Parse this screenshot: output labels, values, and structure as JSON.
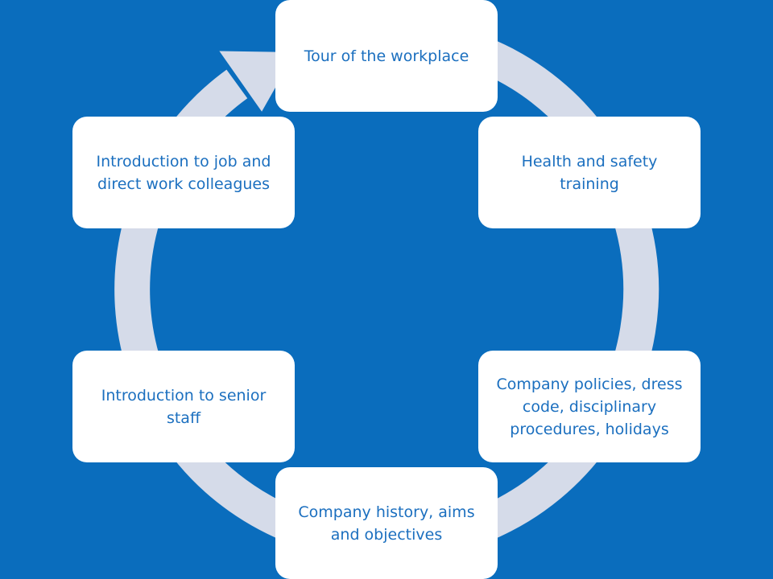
{
  "colors": {
    "background": "#0a6dbd",
    "node_fill": "#ffffff",
    "node_text": "#1b6fbf",
    "cycle_arrow": "#d5dbe9"
  },
  "cycle": {
    "steps": [
      {
        "label": "Tour of the workplace"
      },
      {
        "label": "Health and safety training"
      },
      {
        "label": "Company policies, dress code, disciplinary procedures, holidays"
      },
      {
        "label": "Company history, aims and objectives"
      },
      {
        "label": "Introduction to senior staff"
      },
      {
        "label": "Introduction to job and direct work colleagues"
      }
    ]
  }
}
